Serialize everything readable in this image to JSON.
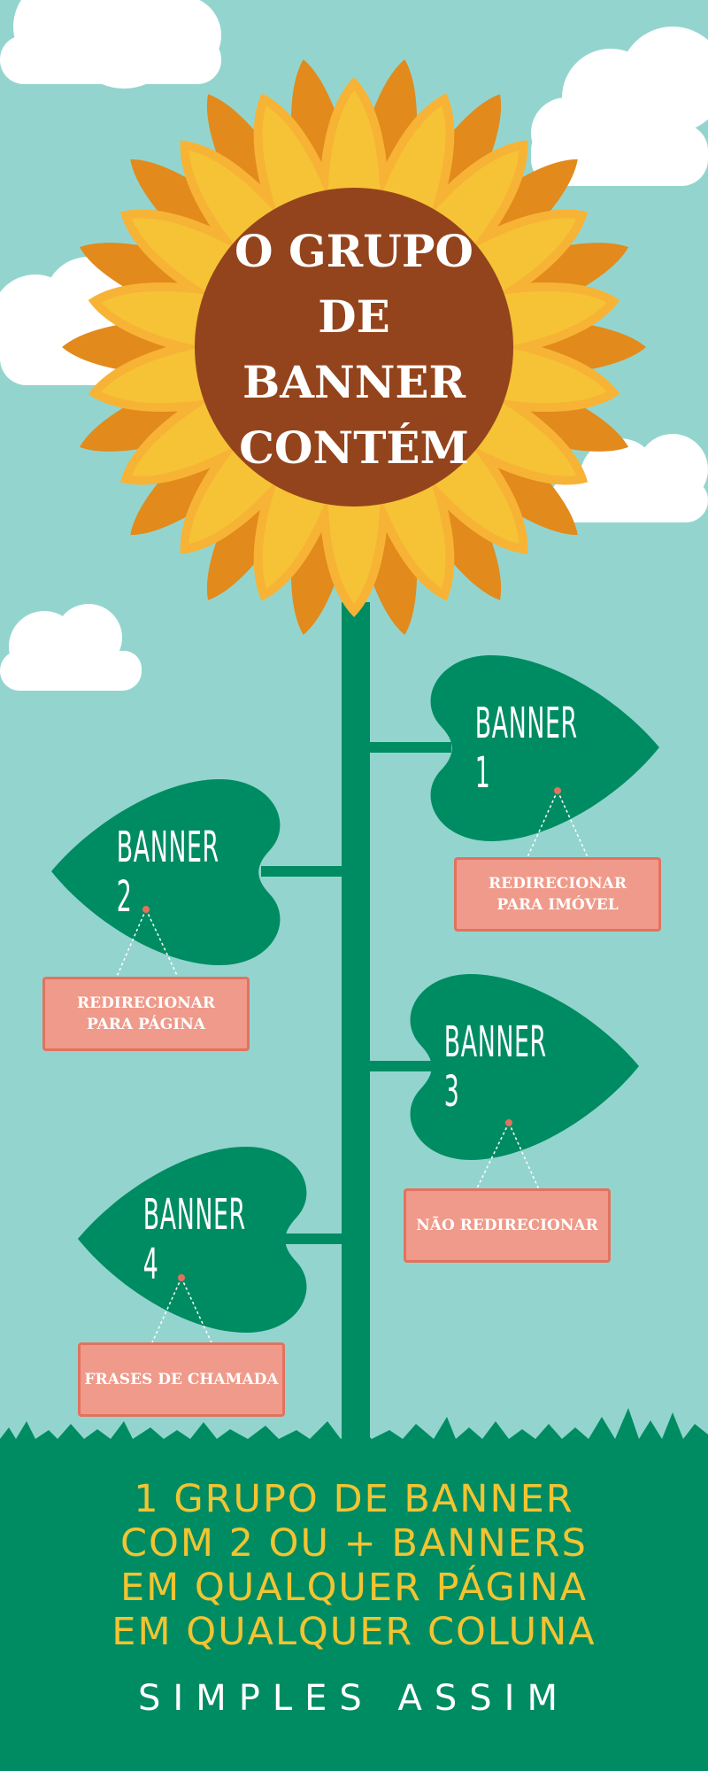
{
  "flower": {
    "lines": [
      "O GRUPO",
      "DE BANNER",
      "CONTÉM"
    ]
  },
  "banners": [
    {
      "label": "BANNER 1",
      "sign_lines": [
        "REDIRECIONAR",
        "PARA IMÓVEL"
      ]
    },
    {
      "label": "BANNER 2",
      "sign_lines": [
        "REDIRECIONAR",
        "PARA PÁGINA"
      ]
    },
    {
      "label": "BANNER 3",
      "sign_lines": [
        "NÃO REDIRECIONAR"
      ]
    },
    {
      "label": "BANNER 4",
      "sign_lines": [
        "FRASES DE CHAMADA"
      ]
    }
  ],
  "footer": {
    "lines": [
      "1 GRUPO DE BANNER",
      "COM 2 OU + BANNERS",
      "EM QUALQUER PÁGINA",
      "EM QUALQUER COLUNA"
    ],
    "tagline": "SIMPLES ASSIM"
  },
  "colors": {
    "sky": "#93d5ce",
    "green": "#008c62",
    "petal_light": "#f5c335",
    "petal_dark": "#e28a1c",
    "center": "#94441c",
    "sign": "#ef9a8a",
    "footer_text": "#f2c432"
  }
}
